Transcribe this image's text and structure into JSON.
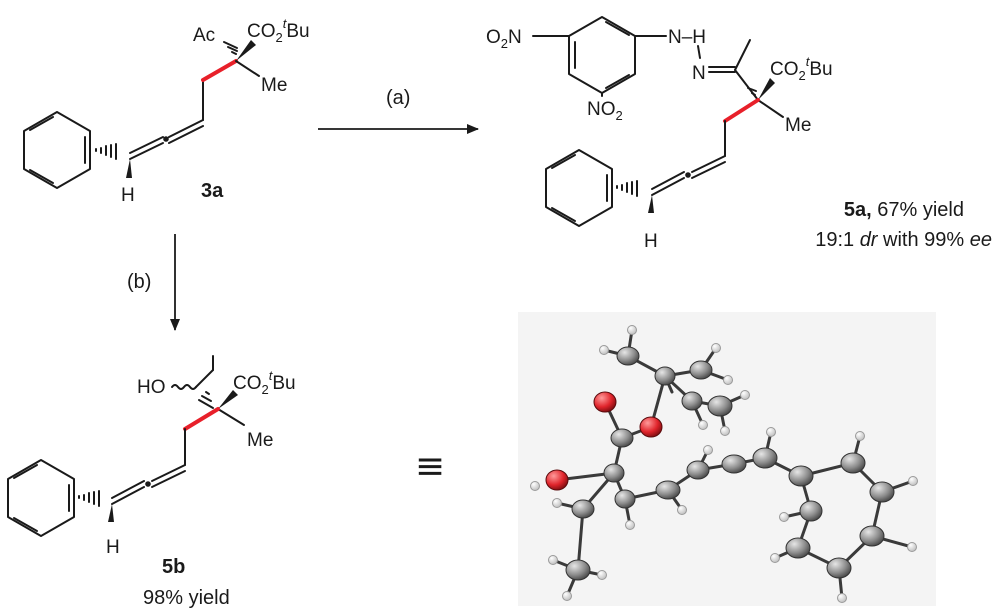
{
  "compound_3a": {
    "ac": "Ac",
    "co2": "CO",
    "co2_sub": "2",
    "tbu_t": "t",
    "tbu_bu": "Bu",
    "me": "Me",
    "h": "H",
    "label": "3a"
  },
  "compound_5a": {
    "o2n_o": "O",
    "o2n_sub": "2",
    "o2n_n": "N",
    "nh": "N–H",
    "n": "N",
    "no2_no": "NO",
    "no2_sub": "2",
    "co2": "CO",
    "co2_sub": "2",
    "tbu_t": "t",
    "tbu_bu": "Bu",
    "me": "Me",
    "h": "H",
    "label_bold": "5a,",
    "label_rest": " 67% yield",
    "dr_line_a": "19:1 ",
    "dr_line_dr": "dr",
    "dr_line_b": " with 99% ",
    "dr_line_ee": "ee"
  },
  "compound_5b": {
    "ho": "HO",
    "co2": "CO",
    "co2_sub": "2",
    "tbu_t": "t",
    "tbu_bu": "Bu",
    "me": "Me",
    "h": "H",
    "label": "5b",
    "yield": "98% yield"
  },
  "conditions": {
    "a": "(a)",
    "b": "(b)"
  },
  "equivalence_symbol": "≡",
  "colors": {
    "highlight_bond": "#e8202a",
    "oxygen_atom": "#e0242b",
    "carbon_atom": "#8c8c8c",
    "hydrogen_atom": "#f2f2f2",
    "panel_bg": "#f4f4f4"
  }
}
